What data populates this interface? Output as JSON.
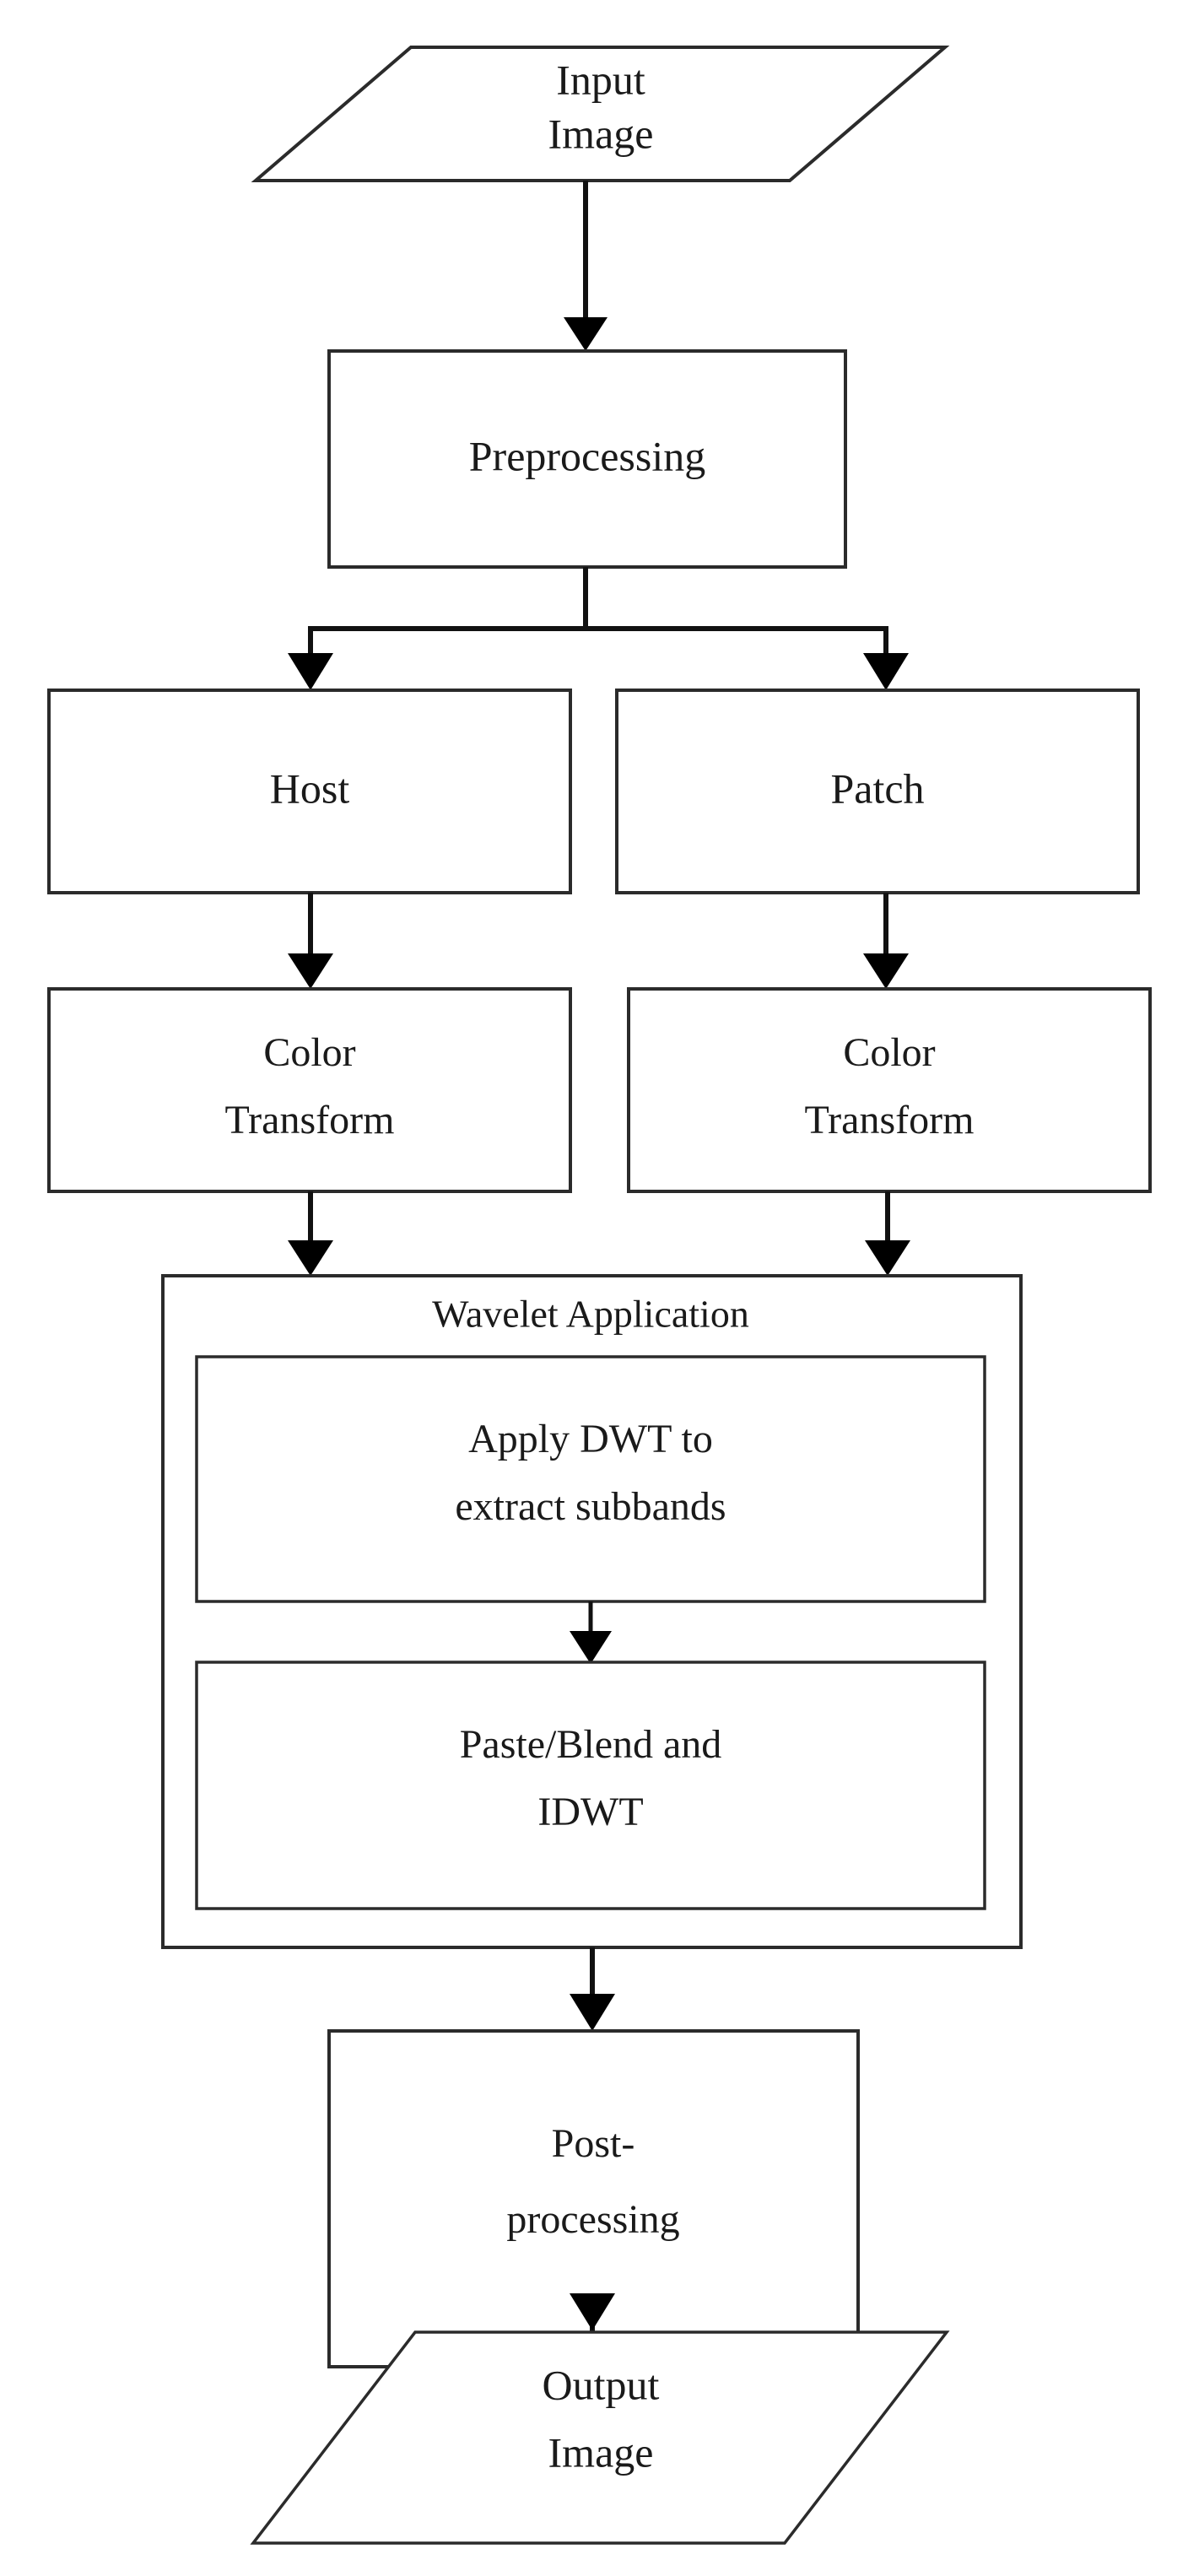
{
  "diagram": {
    "title": "Image Watermarking / Patch Blending Pipeline Flowchart",
    "type": "flowchart",
    "orientation": "top-to-bottom",
    "colors": {
      "background": "#ffffff",
      "node_fill": "#ffffff",
      "node_stroke": "#2b2b2b",
      "connector": "#111111",
      "text": "#1a1a1a"
    },
    "nodes": {
      "input": {
        "shape": "parallelogram",
        "lines": [
          "Input",
          "Image"
        ],
        "line1": "Input",
        "line2": "Image"
      },
      "preprocessing": {
        "shape": "rectangle",
        "line1": "Preprocessing"
      },
      "host": {
        "shape": "rectangle",
        "line1": "Host"
      },
      "patch": {
        "shape": "rectangle",
        "line1": "Patch"
      },
      "color_transform_left": {
        "shape": "rectangle",
        "line1": "Color",
        "line2": "Transform"
      },
      "color_transform_right": {
        "shape": "rectangle",
        "line1": "Color",
        "line2": "Transform"
      },
      "wavelet_application": {
        "shape": "container",
        "header": "Wavelet Application",
        "children": {
          "apply_dwt": {
            "shape": "rectangle",
            "line1": "Apply DWT to",
            "line2": "extract subbands"
          },
          "paste_blend_idwt": {
            "shape": "rectangle",
            "line1": "Paste/Blend and",
            "line2": "IDWT"
          }
        }
      },
      "post_processing": {
        "shape": "rectangle",
        "line1": "Post-",
        "line2": "processing"
      },
      "output": {
        "shape": "parallelogram",
        "lines": [
          "Output",
          "Image"
        ],
        "line1": "Output",
        "line2": "Image"
      }
    },
    "edges": [
      {
        "from": "input",
        "to": "preprocessing",
        "style": "straight-arrow"
      },
      {
        "from": "preprocessing",
        "to": "host",
        "style": "split-arrow-left"
      },
      {
        "from": "preprocessing",
        "to": "patch",
        "style": "split-arrow-right"
      },
      {
        "from": "host",
        "to": "color_transform_left",
        "style": "straight-arrow"
      },
      {
        "from": "patch",
        "to": "color_transform_right",
        "style": "straight-arrow"
      },
      {
        "from": "color_transform_left",
        "to": "wavelet_application",
        "style": "straight-arrow"
      },
      {
        "from": "color_transform_right",
        "to": "wavelet_application",
        "style": "straight-arrow"
      },
      {
        "from": "apply_dwt",
        "to": "paste_blend_idwt",
        "style": "straight-arrow"
      },
      {
        "from": "wavelet_application",
        "to": "post_processing",
        "style": "straight-arrow"
      },
      {
        "from": "post_processing",
        "to": "output",
        "style": "straight-arrow"
      }
    ]
  }
}
